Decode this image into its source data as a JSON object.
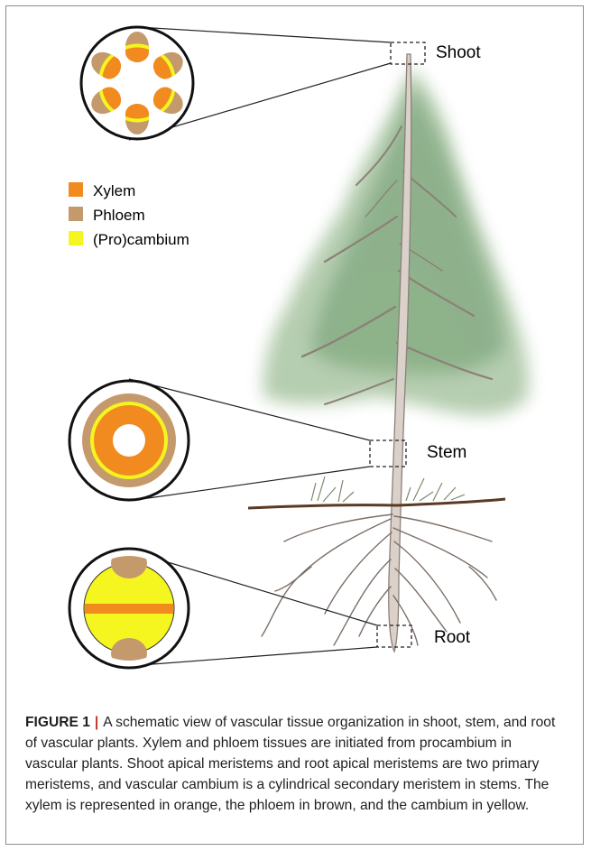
{
  "figure": {
    "labels": {
      "shoot": "Shoot",
      "stem": "Stem",
      "root": "Root"
    },
    "legend": [
      {
        "label": "Xylem",
        "color": "#f18a1f"
      },
      {
        "label": "Phloem",
        "color": "#c49a6c"
      },
      {
        "label": "(Pro)cambium",
        "color": "#f5f51f"
      }
    ],
    "colors": {
      "xylem": "#f18a1f",
      "phloem": "#c49a6c",
      "cambium": "#f5f51f",
      "foliage": "#6f9f6a",
      "trunk": "#cfc7bf",
      "soil": "#5a3a22"
    }
  },
  "caption": {
    "lead": "FIGURE 1",
    "separator": "|",
    "text": "A schematic view of vascular tissue organization in shoot, stem, and root of vascular plants. Xylem and phloem tissues are initiated from procambium in vascular plants. Shoot apical meristems and root apical meristems are two primary meristems, and vascular cambium is a cylindrical secondary meristem in stems. The xylem is represented in orange, the phloem in brown, and the cambium in yellow."
  }
}
